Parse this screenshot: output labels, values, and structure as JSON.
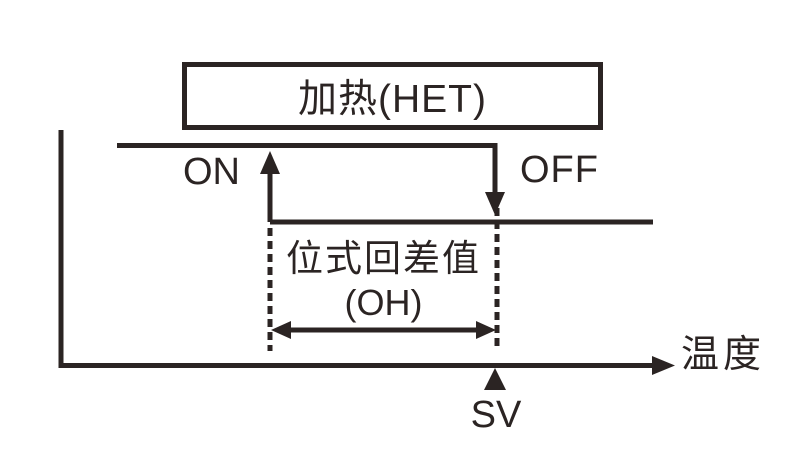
{
  "diagram": {
    "title": "加热(HET)",
    "on_label": "ON",
    "off_label": "OFF",
    "hysteresis_label_line1": "位式回差值",
    "hysteresis_label_line2": "(OH)",
    "x_axis_label": "温度",
    "setpoint_label": "SV"
  },
  "colors": {
    "ink": "#2b2423",
    "background": "#ffffff"
  }
}
